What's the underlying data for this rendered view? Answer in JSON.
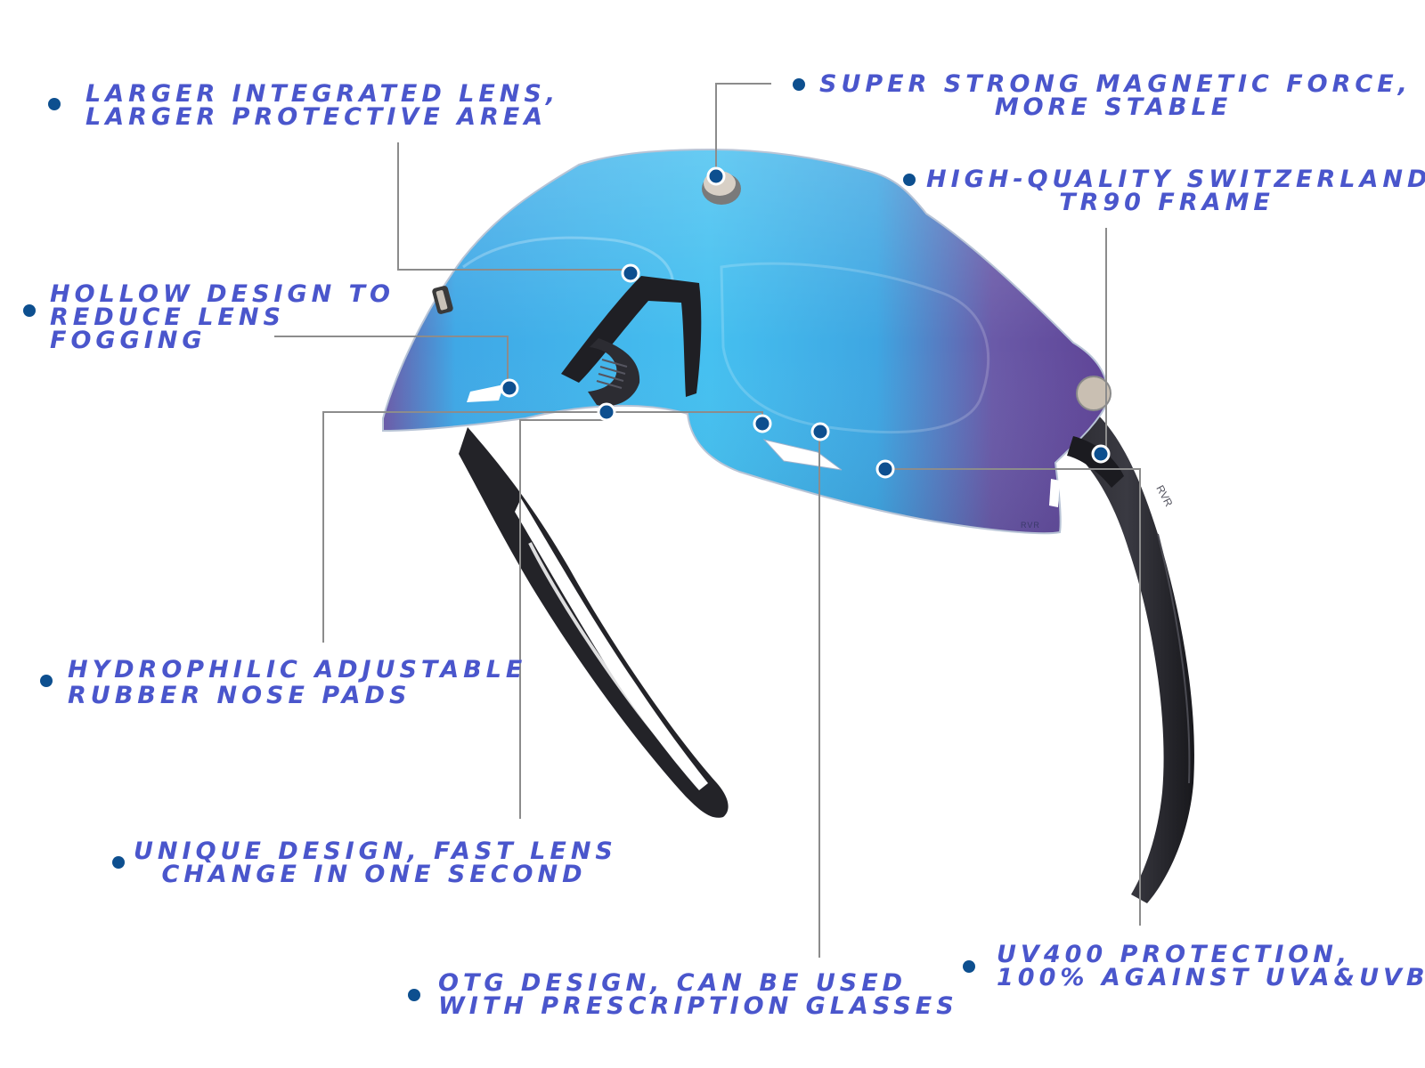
{
  "features": [
    {
      "id": "larger-lens",
      "lines": [
        "LARGER INTEGRATED LENS,",
        "LARGER PROTECTIVE AREA"
      ]
    },
    {
      "id": "magnetic-force",
      "lines": [
        "SUPER STRONG MAGNETIC FORCE,",
        "MORE STABLE"
      ]
    },
    {
      "id": "tr90-frame",
      "lines": [
        "HIGH-QUALITY SWITZERLAND",
        "TR90 FRAME"
      ]
    },
    {
      "id": "hollow-design",
      "lines": [
        "HOLLOW DESIGN TO",
        "REDUCE LENS",
        "FOGGING"
      ]
    },
    {
      "id": "nose-pads",
      "lines": [
        "HYDROPHILIC ADJUSTABLE",
        "RUBBER NOSE PADS"
      ]
    },
    {
      "id": "lens-change",
      "lines": [
        "UNIQUE DESIGN, FAST LENS",
        "CHANGE IN ONE SECOND"
      ]
    },
    {
      "id": "otg-design",
      "lines": [
        "OTG DESIGN, CAN BE USED",
        "WITH PRESCRIPTION GLASSES"
      ]
    },
    {
      "id": "uv400",
      "lines": [
        "UV400 PROTECTION,",
        "100% AGAINST UVA&UVB"
      ]
    }
  ],
  "colors": {
    "label_text": "#4a56cc",
    "bullet": "#0d4f8f",
    "leader_line": "#8c8c8c",
    "lens_blue": "#3fb8ec",
    "lens_purple": "#6b4fa0",
    "frame": "#1e1e22"
  },
  "lens_logo": "RVR"
}
